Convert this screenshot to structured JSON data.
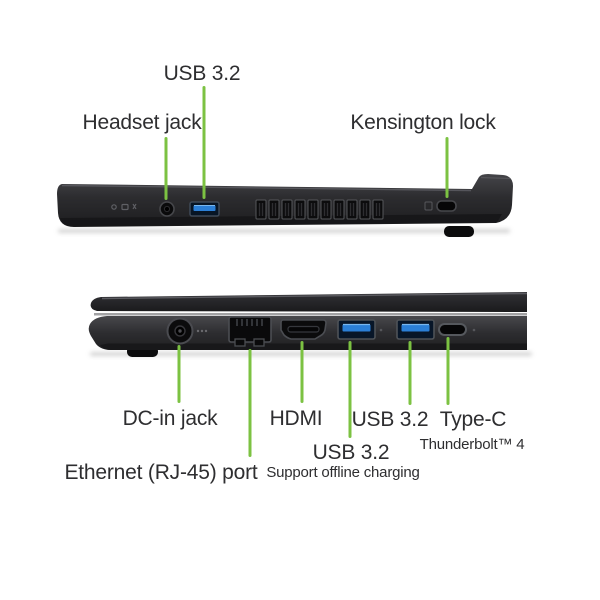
{
  "diagram": {
    "colors": {
      "background": "#ffffff",
      "leader_line": "#7cc242",
      "label_text": "#2e2e30",
      "usb_port_blue": "#2b7fd6",
      "laptop_body_dark": "#2c2c2f"
    },
    "top_view": {
      "labels": {
        "usb": "USB 3.2",
        "headset": "Headset jack",
        "kensington": "Kensington lock"
      }
    },
    "bottom_view": {
      "labels": {
        "dc_in": "DC-in jack",
        "hdmi": "HDMI",
        "usb_right": "USB 3.2",
        "type_c": "Type-C",
        "thunderbolt": "Thunderbolt™ 4",
        "usb_left": "USB 3.2",
        "ethernet": "Ethernet (RJ-45) port",
        "offline_charging": "Support offline charging"
      }
    }
  }
}
